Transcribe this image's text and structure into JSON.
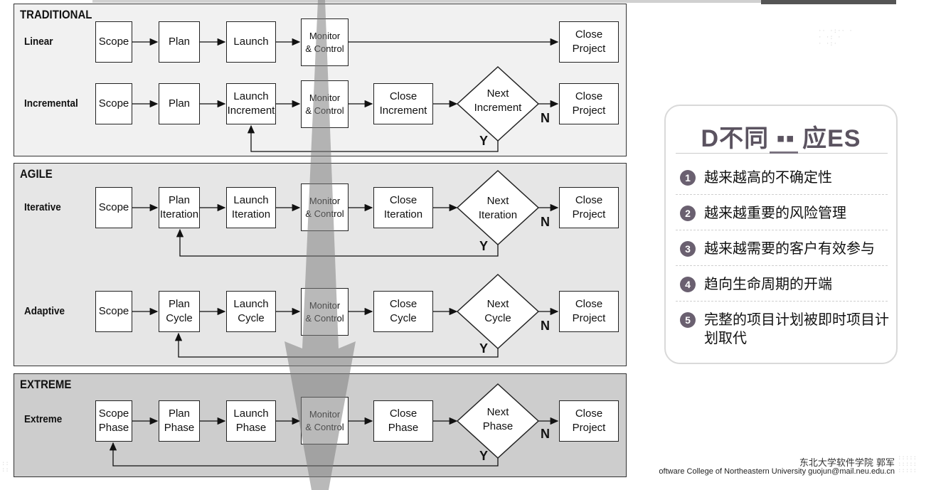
{
  "diagram": {
    "panels": [
      {
        "title": "TRADITIONAL"
      },
      {
        "title": "AGILE"
      },
      {
        "title": "EXTREME"
      }
    ],
    "rows": [
      {
        "label": "Linear",
        "scope": "Scope",
        "plan": "Plan",
        "launch": "Launch",
        "monitor": "Monitor\n& Control",
        "close_project": "Close\nProject"
      },
      {
        "label": "Incremental",
        "scope": "Scope",
        "plan": "Plan",
        "launch": "Launch\nIncrement",
        "monitor": "Monitor\n& Control",
        "close_phase": "Close\nIncrement",
        "decision": "Next\nIncrement",
        "no": "N",
        "yes": "Y",
        "close_project": "Close\nProject"
      },
      {
        "label": "Iterative",
        "scope": "Scope",
        "plan": "Plan\nIteration",
        "launch": "Launch\nIteration",
        "monitor": "Monitor\n& Control",
        "close_phase": "Close\nIteration",
        "decision": "Next\nIteration",
        "no": "N",
        "yes": "Y",
        "close_project": "Close\nProject"
      },
      {
        "label": "Adaptive",
        "scope": "Scope",
        "plan": "Plan\nCycle",
        "launch": "Launch\nCycle",
        "monitor": "Monitor\n& Control",
        "close_phase": "Close\nCycle",
        "decision": "Next\nCycle",
        "no": "N",
        "yes": "Y",
        "close_project": "Close\nProject"
      },
      {
        "label": "Extreme",
        "scope": "Scope\nPhase",
        "plan": "Plan\nPhase",
        "launch": "Launch\nPhase",
        "monitor": "Monitor\n& Control",
        "close_phase": "Close\nPhase",
        "decision": "Next\nPhase",
        "no": "N",
        "yes": "Y",
        "close_project": "Close\nProject"
      }
    ],
    "panel_colors": [
      "#f1f1f1",
      "#e6e6e6",
      "#cdcdcd"
    ]
  },
  "card": {
    "title": "D不同 ▪▪ 应ES",
    "items": [
      {
        "num": "1",
        "text": "越来越高的不确定性"
      },
      {
        "num": "2",
        "text": "越来越重要的风险管理"
      },
      {
        "num": "3",
        "text": "越来越需要的客户有效参与"
      },
      {
        "num": "4",
        "text": "趋向生命周期的开端"
      },
      {
        "num": "5",
        "text": "完整的项目计划被即时项目计划取代"
      }
    ]
  },
  "footer": {
    "cn": "东北大学软件学院 郭军",
    "en": "oftware College of Northeastern University  guojun@mail.neu.edu.cn"
  }
}
